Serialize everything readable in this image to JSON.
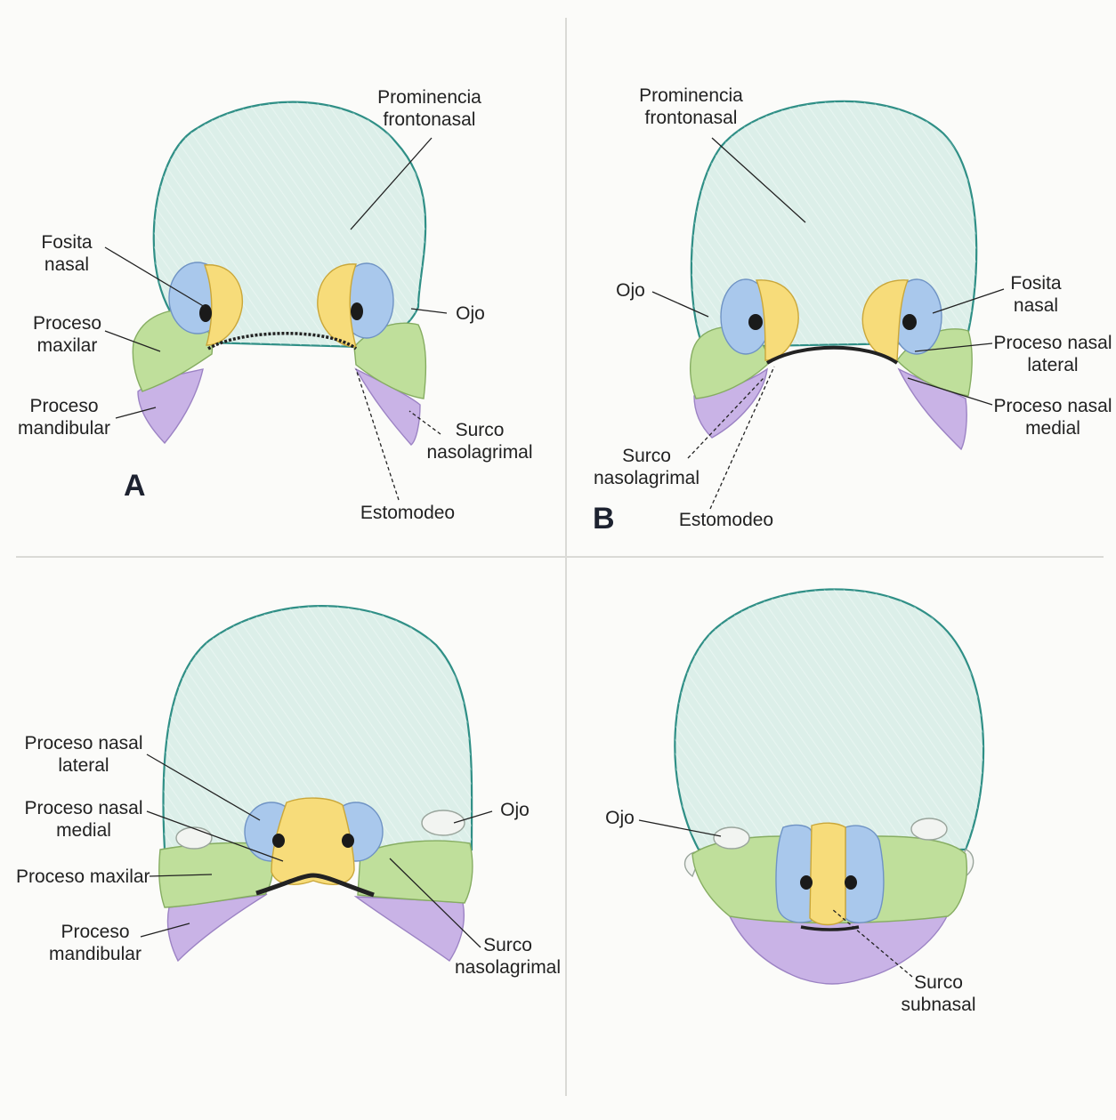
{
  "panel_a": {
    "letter": "A",
    "labels": {
      "prominencia_l1": "Prominencia",
      "prominencia_l2": "frontonasal",
      "fosita_l1": "Fosita",
      "fosita_l2": "nasal",
      "maxilar_l1": "Proceso",
      "maxilar_l2": "maxilar",
      "mandibular_l1": "Proceso",
      "mandibular_l2": "mandibular",
      "ojo": "Ojo",
      "surco_l1": "Surco",
      "surco_l2": "nasolagrimal",
      "estomodeo": "Estomodeo"
    }
  },
  "panel_b": {
    "letter": "B",
    "labels": {
      "prominencia_l1": "Prominencia",
      "prominencia_l2": "frontonasal",
      "ojo": "Ojo",
      "fosita_l1": "Fosita",
      "fosita_l2": "nasal",
      "nasal_lateral_l1": "Proceso nasal",
      "nasal_lateral_l2": "lateral",
      "nasal_medial_l1": "Proceso nasal",
      "nasal_medial_l2": "medial",
      "surco_l1": "Surco",
      "surco_l2": "nasolagrimal",
      "estomodeo": "Estomodeo"
    }
  },
  "panel_c": {
    "labels": {
      "nasal_lateral_l1": "Proceso nasal",
      "nasal_lateral_l2": "lateral",
      "nasal_medial_l1": "Proceso nasal",
      "nasal_medial_l2": "medial",
      "maxilar": "Proceso maxilar",
      "mandibular_l1": "Proceso",
      "mandibular_l2": "mandibular",
      "ojo": "Ojo",
      "surco_l1": "Surco",
      "surco_l2": "nasolagrimal"
    }
  },
  "panel_d": {
    "labels": {
      "ojo": "Ojo",
      "surco_l1": "Surco",
      "surco_l2": "subnasal"
    }
  },
  "colors": {
    "frontonasal_fill": "#dcefe9",
    "frontonasal_stroke": "#2f8f86",
    "nasal_lateral": "#a9c8ec",
    "nasal_medial": "#f7dc7a",
    "maxilar": "#bfdf9b",
    "mandibular": "#c9b3e6",
    "eye_white": "#f2f4f1",
    "divider": "#dadad6"
  }
}
